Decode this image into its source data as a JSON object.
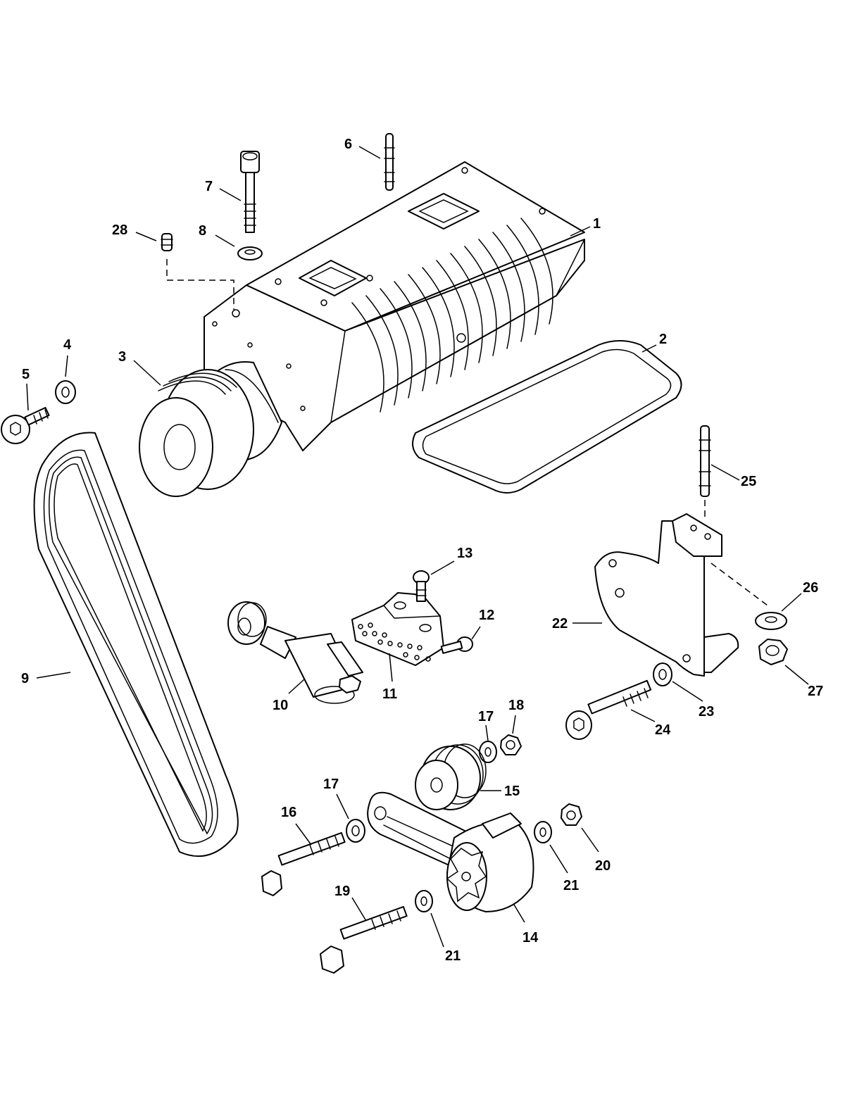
{
  "callouts": [
    {
      "id": "1",
      "label": "1"
    },
    {
      "id": "2",
      "label": "2"
    },
    {
      "id": "3",
      "label": "3"
    },
    {
      "id": "4",
      "label": "4"
    },
    {
      "id": "5",
      "label": "5"
    },
    {
      "id": "6",
      "label": "6"
    },
    {
      "id": "7",
      "label": "7"
    },
    {
      "id": "8",
      "label": "8"
    },
    {
      "id": "9",
      "label": "9"
    },
    {
      "id": "10",
      "label": "10"
    },
    {
      "id": "11",
      "label": "11"
    },
    {
      "id": "12",
      "label": "12"
    },
    {
      "id": "13",
      "label": "13"
    },
    {
      "id": "14",
      "label": "14"
    },
    {
      "id": "15",
      "label": "15"
    },
    {
      "id": "16",
      "label": "16"
    },
    {
      "id": "17a",
      "label": "17"
    },
    {
      "id": "17b",
      "label": "17"
    },
    {
      "id": "18",
      "label": "18"
    },
    {
      "id": "19",
      "label": "19"
    },
    {
      "id": "20",
      "label": "20"
    },
    {
      "id": "21a",
      "label": "21"
    },
    {
      "id": "21b",
      "label": "21"
    },
    {
      "id": "22",
      "label": "22"
    },
    {
      "id": "23",
      "label": "23"
    },
    {
      "id": "24",
      "label": "24"
    },
    {
      "id": "25",
      "label": "25"
    },
    {
      "id": "26",
      "label": "26"
    },
    {
      "id": "27",
      "label": "27"
    },
    {
      "id": "28",
      "label": "28"
    }
  ]
}
